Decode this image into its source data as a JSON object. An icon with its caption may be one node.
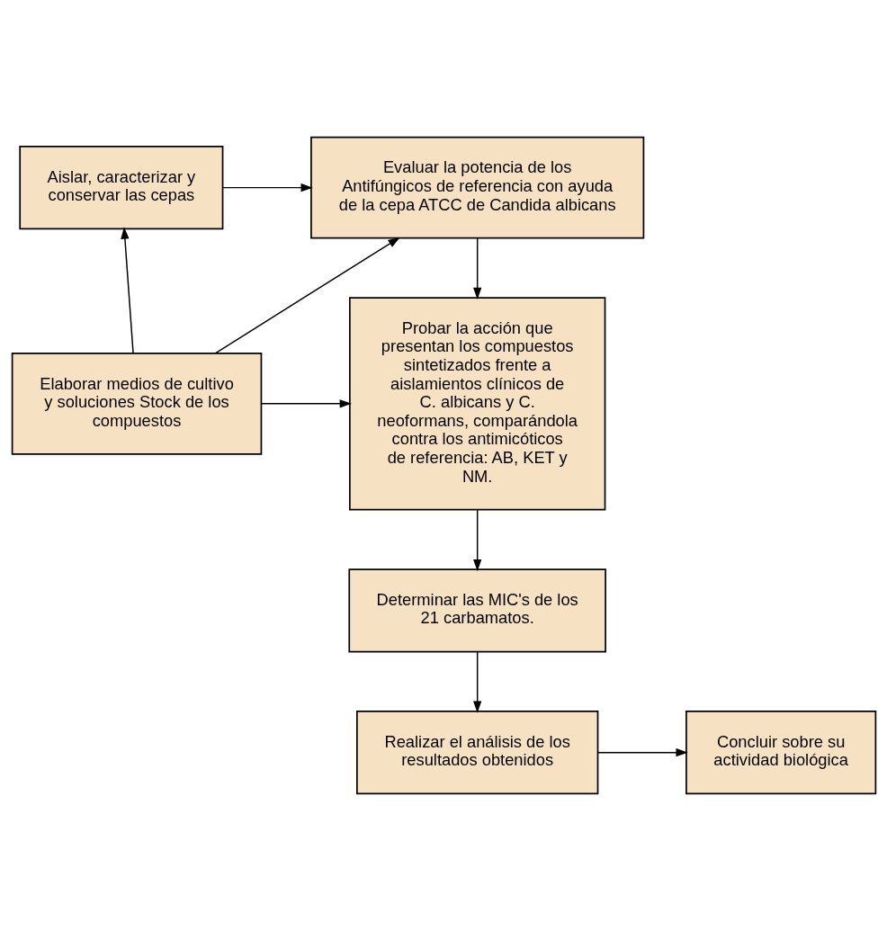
{
  "diagram": {
    "nodes": [
      {
        "text": [
          "Aislar, caracterizar y conservar las cepas"
        ]
      },
      {
        "text": [
          "Evaluar la potencia de los Antifúngicos de referencia con ayuda de la cepa ATCC de Candida albicans"
        ]
      },
      {
        "text": [
          "Elaborar medios de cultivo y soluciones Stock de los compuestos"
        ]
      },
      {
        "text": [
          "Probar la acción que presentan los compuestos sintetizados frente a aislamientos clínicos de C. albicans y C. neoformans, comparándola contra los antimicóticos de referencia: AB, KET y NM."
        ]
      },
      {
        "text": [
          "Determinar las MIC's de los 21 carbamatos."
        ]
      },
      {
        "text": [
          "Realizar el análisis de los resultados obtenidos"
        ]
      },
      {
        "text": [
          "Concluir sobre su actividad biológica"
        ]
      }
    ],
    "edges": [
      {
        "from": 0,
        "to": 1,
        "arrow": "to"
      },
      {
        "from": 2,
        "to": 0,
        "arrow": "to"
      },
      {
        "from": 2,
        "to": 1,
        "arrow": "to"
      },
      {
        "from": 1,
        "to": 3,
        "arrow": "to"
      },
      {
        "from": 2,
        "to": 3,
        "arrow": "to"
      },
      {
        "from": 3,
        "to": 4,
        "arrow": "to"
      },
      {
        "from": 4,
        "to": 5,
        "arrow": "to"
      },
      {
        "from": 5,
        "to": 6,
        "arrow": "to"
      }
    ]
  }
}
